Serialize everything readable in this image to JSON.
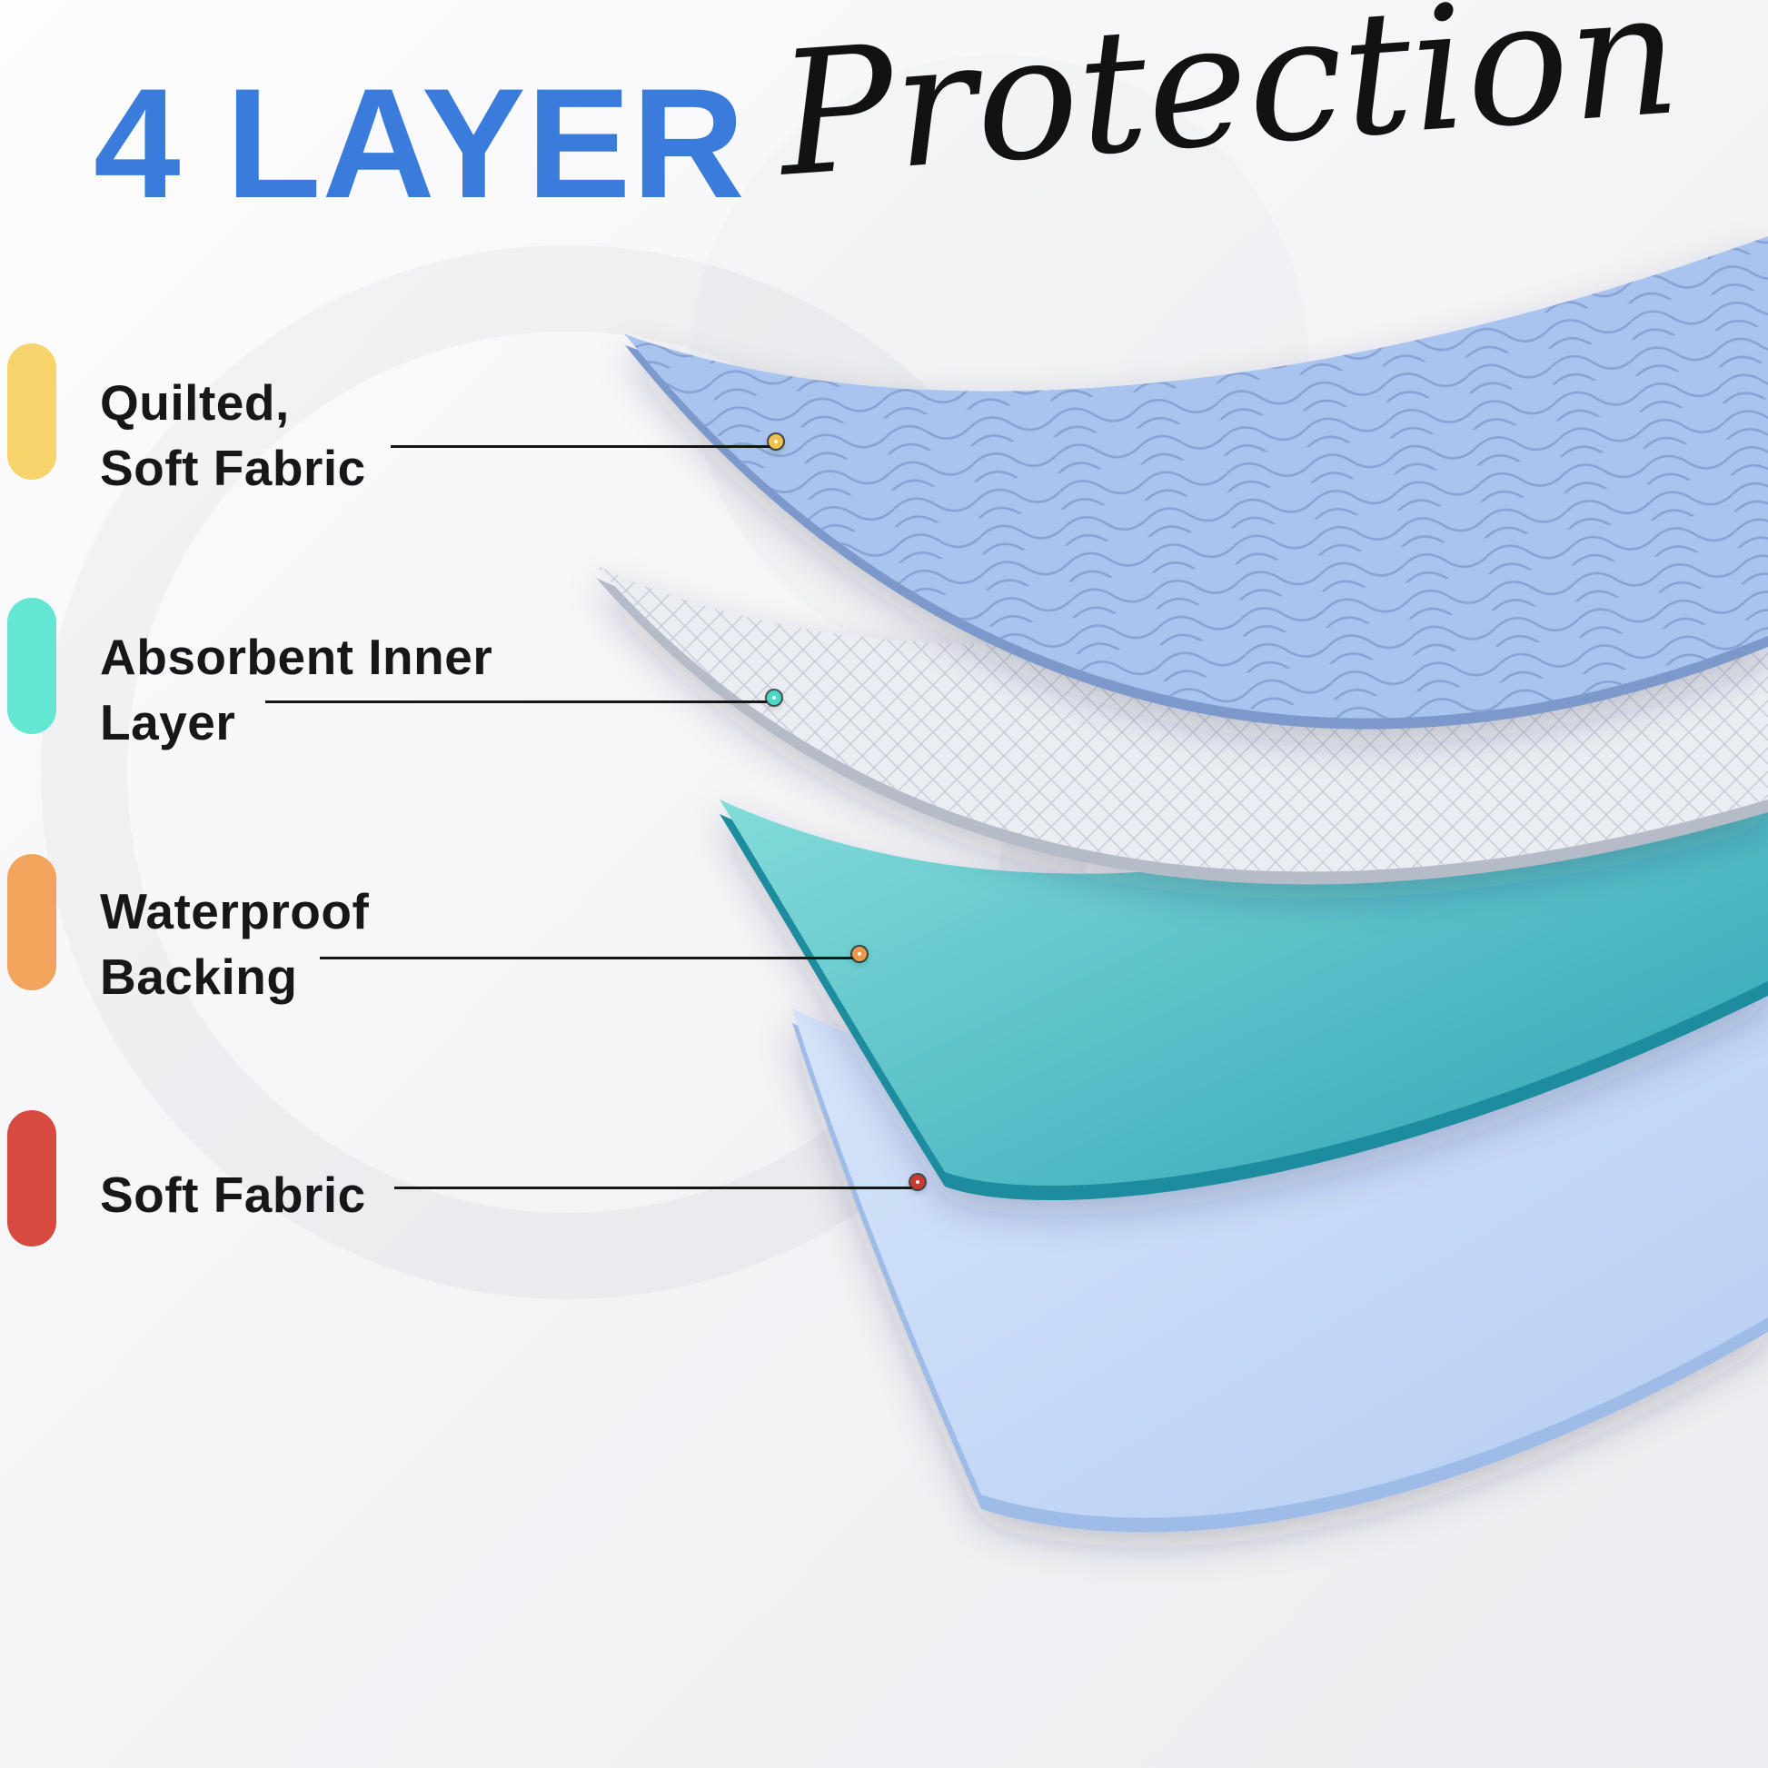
{
  "title": {
    "main": "4 LAYER",
    "script": "Protection"
  },
  "palette": {
    "title_blue": "#3A7CDB",
    "text_dark": "#17171A",
    "background": "#F3F3F6"
  },
  "legend": [
    {
      "id": "quilted-soft-fabric",
      "label_line1": "Quilted,",
      "label_line2": "Soft Fabric",
      "swatch_color": "#F6D36B",
      "marker_color": "#EFC14D"
    },
    {
      "id": "absorbent-inner-layer",
      "label_line1": "Absorbent Inner",
      "label_line2": "Layer",
      "swatch_color": "#63E6D2",
      "marker_color": "#4BD9C6"
    },
    {
      "id": "waterproof-backing",
      "label_line1": "Waterproof",
      "label_line2": "Backing",
      "swatch_color": "#F2A45C",
      "marker_color": "#EC9A4A"
    },
    {
      "id": "soft-fabric",
      "label_line1": "Soft Fabric",
      "swatch_color": "#D64A3F",
      "marker_color": "#CB392E"
    }
  ],
  "illustration": {
    "sheets": [
      {
        "name": "quilted-soft-fabric-sheet",
        "fill": "#A9C4EE",
        "pattern": "waves"
      },
      {
        "name": "absorbent-inner-layer-sheet",
        "fill": "#EAEDF2",
        "pattern": "diamonds"
      },
      {
        "name": "waterproof-backing-sheet",
        "fill": "#59C3C8",
        "pattern": "none"
      },
      {
        "name": "soft-fabric-sheet",
        "fill": "#C9DCF8",
        "pattern": "none"
      }
    ]
  }
}
